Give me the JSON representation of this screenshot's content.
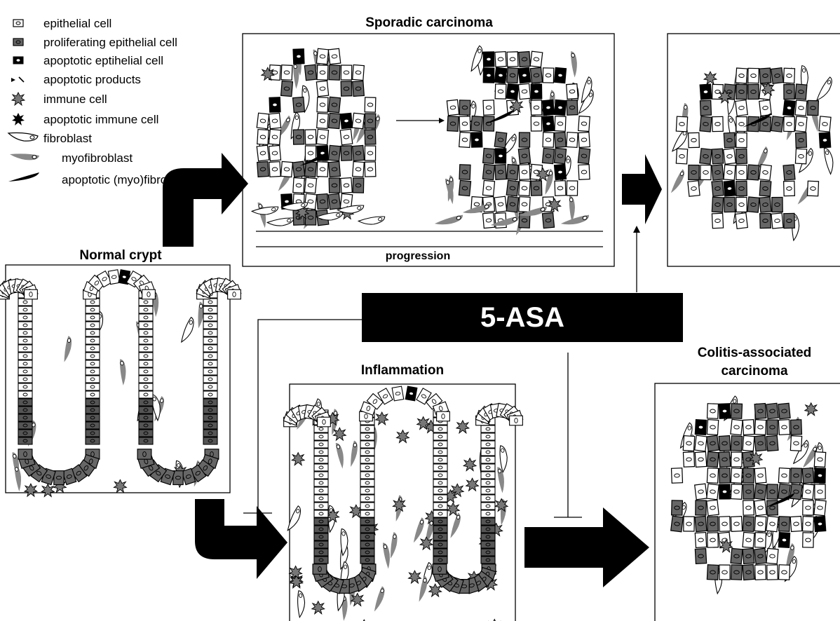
{
  "legend": {
    "items": [
      {
        "icon": "epithelial-cell-icon",
        "label": "epithelial cell"
      },
      {
        "icon": "proliferating-epithelial-cell-icon",
        "label": "proliferating epithelial cell"
      },
      {
        "icon": "apoptotic-epithelial-cell-icon",
        "label": "apoptotic eptihelial cell"
      },
      {
        "icon": "apoptotic-products-icon",
        "label": "apoptotic products"
      },
      {
        "icon": "immune-cell-icon",
        "label": "immune cell"
      },
      {
        "icon": "apoptotic-immune-cell-icon",
        "label": "apoptotic immune cell"
      },
      {
        "icon": "fibroblast-icon",
        "label": "fibroblast"
      },
      {
        "icon": "myofibroblast-icon",
        "label": "myofibroblast"
      },
      {
        "icon": "apoptotic-myofibroblast-icon",
        "label": "apoptotic (myo)fibroblast"
      }
    ]
  },
  "panels": {
    "sporadic_title": "Sporadic carcinoma",
    "progression_label": "progression",
    "normal_title": "Normal crypt",
    "inflammation_title": "Inflammation",
    "colitis_title_line1": "Colitis-associated",
    "colitis_title_line2": "carcinoma"
  },
  "drug": {
    "label": "5-ASA"
  },
  "colors": {
    "epithelial": "#ffffff",
    "proliferating": "#666666",
    "apoptotic": "#000000",
    "myofibroblast": "#888888"
  }
}
